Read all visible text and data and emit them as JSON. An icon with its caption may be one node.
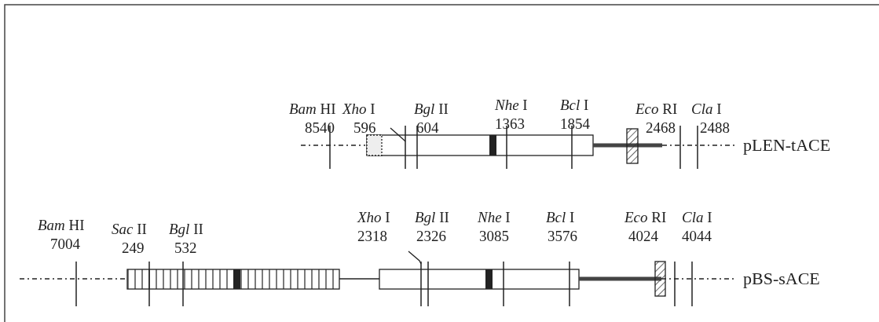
{
  "diagram": {
    "labels": [
      "*Bam* HI",
      "8540",
      "*Xho* I",
      "596",
      "*Bgl* II",
      "604",
      "*Nhe* I",
      "1363",
      "*Bcl* I",
      "1854",
      "*Eco* RI",
      "2468",
      "*Cla* I",
      "2488",
      "pLEN-tACE",
      "*Bam* HI",
      "7004",
      "*Sac* II",
      "249",
      "*Bgl* II",
      "532",
      "*Xho* I",
      "2318",
      "*Bgl* II",
      "2326",
      "*Nhe* I",
      "3085",
      "*Bcl* I",
      "3576",
      "*Eco* RI",
      "4024",
      "*Cla* I",
      "4044",
      "pBS-sACE"
    ]
  }
}
